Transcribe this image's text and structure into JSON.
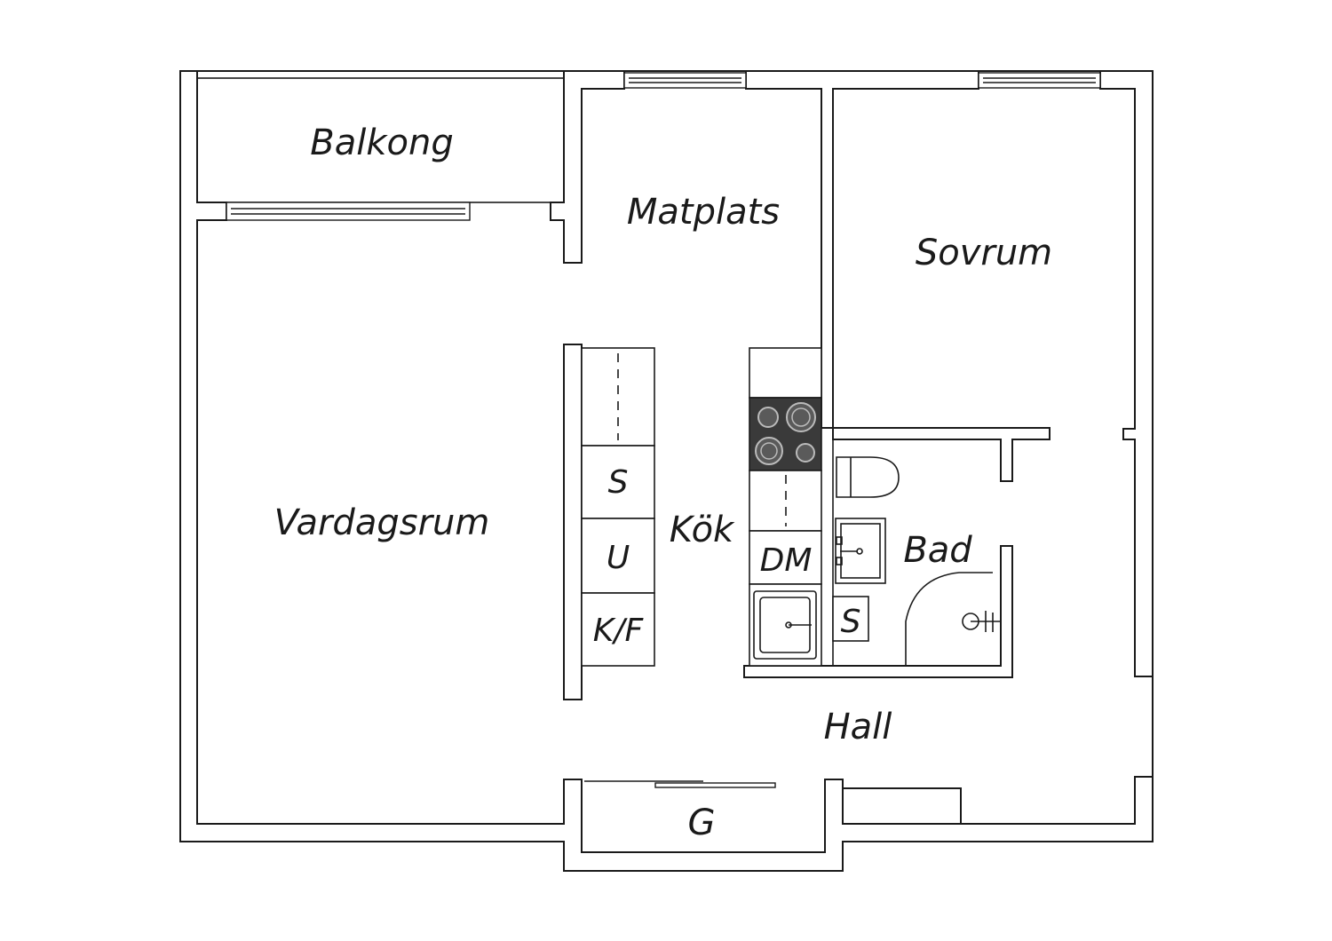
{
  "rooms": {
    "balkong": "Balkong",
    "matplats": "Matplats",
    "sovrum": "Sovrum",
    "vardagsrum": "Vardagsrum",
    "kok": "Kök",
    "bad": "Bad",
    "hall": "Hall",
    "garderob": "G"
  },
  "appliances": {
    "spis": "S",
    "ugn": "U",
    "kyl_frys": "K/F",
    "diskmaskin": "DM",
    "bad_skap": "S"
  },
  "colors": {
    "line": "#1a1a1a",
    "background": "#ffffff",
    "stove": "#3a3a3a"
  }
}
